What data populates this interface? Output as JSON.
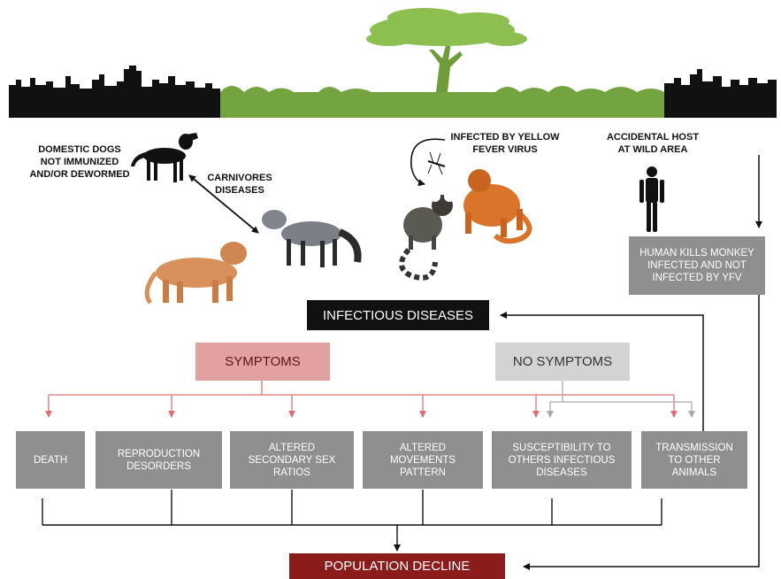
{
  "labels": {
    "domestic_dogs": "DOMESTIC DOGS\nNOT IMMUNIZED\nAND/OR DEWORMED",
    "carnivores": "CARNIVORES\nDISEASES",
    "infected_yfv": "INFECTED BY YELLOW\nFEVER VIRUS",
    "accidental_host": "ACCIDENTAL HOST\nAT  WILD AREA",
    "human_kills": "HUMAN KILLS MONKEY\nINFECTED AND NOT\nINFECTED BY YFV"
  },
  "headers": {
    "infectious": "INFECTIOUS DISEASES",
    "symptoms": "SYMPTOMS",
    "no_symptoms": "NO SYMPTOMS",
    "population": "POPULATION DECLINE"
  },
  "outcomes": [
    "DEATH",
    "REPRODUCTION\nDESORDERS",
    "ALTERED\nSECONDARY SEX\nRATIOS",
    "ALTERED\nMOVEMENTS\nPATTERN",
    "SUSCEPTIBILITY TO\nOTHERS INFECTIOUS\nDISEASES",
    "TRANSMISSION\nTO OTHER\nANIMALS"
  ],
  "colors": {
    "city": "#111111",
    "forest_band": "#74a43f",
    "tree": "#8cbf4f",
    "black_box": "#111111",
    "symptoms_box": "#e3a0a0",
    "no_symptoms_box": "#d3d3d3",
    "gray_box": "#8f8f8f",
    "decline_box": "#8c1c1c",
    "symptom_arrow": "#d97373",
    "nosymptom_arrow": "#aaaaaa"
  }
}
